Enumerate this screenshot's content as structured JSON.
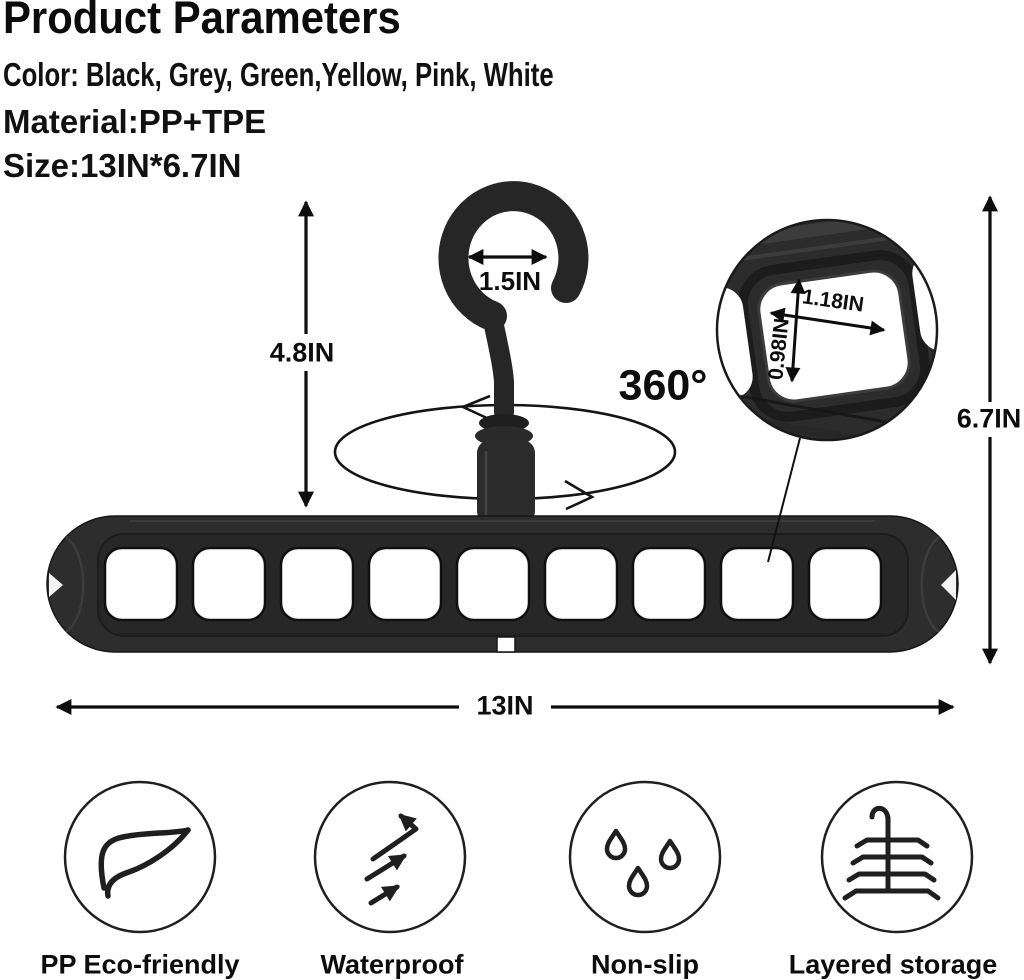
{
  "page": {
    "title": "Product Parameters"
  },
  "specs": {
    "color": "Color: Black, Grey, Green,Yellow, Pink, White",
    "material": "Material:PP+TPE",
    "size": "Size:13IN*6.7IN"
  },
  "diagram": {
    "hook_opening_width": "1.5IN",
    "hook_height": "4.8IN",
    "rotation_label": "360°",
    "hole_width": "1.18IN",
    "hole_height": "0.98IN",
    "overall_height": "6.7IN",
    "overall_width": "13IN",
    "hole_count": 9
  },
  "features": [
    {
      "label": "PP Eco-friendly",
      "icon": "leaf-icon"
    },
    {
      "label": "Waterproof",
      "icon": "splash-arrows-icon"
    },
    {
      "label": "Non-slip",
      "icon": "water-drops-icon"
    },
    {
      "label": "Layered storage",
      "icon": "layered-hanger-icon"
    }
  ],
  "colors": {
    "ink": "#111111",
    "hanger_body": "#2b2b2b",
    "background": "#ffffff"
  }
}
